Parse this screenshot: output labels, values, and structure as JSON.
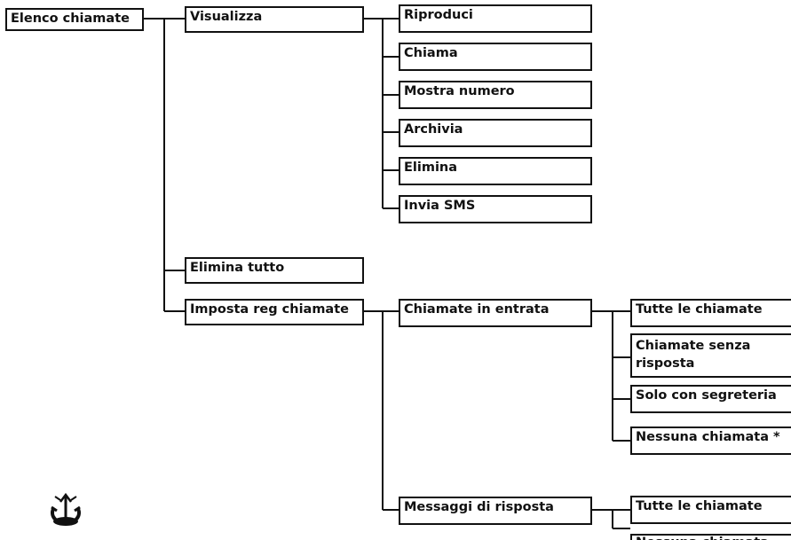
{
  "root": {
    "label": "Elenco chiamate"
  },
  "level1": {
    "visualizza": "Visualizza",
    "elimina_tutto": "Elimina tutto",
    "imposta_reg": "Imposta reg chiamate"
  },
  "visualizza_children": [
    "Riproduci",
    "Chiama",
    "Mostra numero",
    "Archivia",
    "Elimina",
    "Invia SMS"
  ],
  "imposta_children": {
    "entrata": "Chiamate in entrata",
    "risposta": "Messaggi di risposta"
  },
  "entrata_options": [
    "Tutte le chiamate",
    "Chiamate senza risposta",
    "Solo con segreteria",
    "Nessuna chiamata *"
  ],
  "risposta_options": [
    "Tutte le chiamate",
    "Nessuna chiamata"
  ],
  "icon": {
    "name": "menu-key-icon"
  }
}
